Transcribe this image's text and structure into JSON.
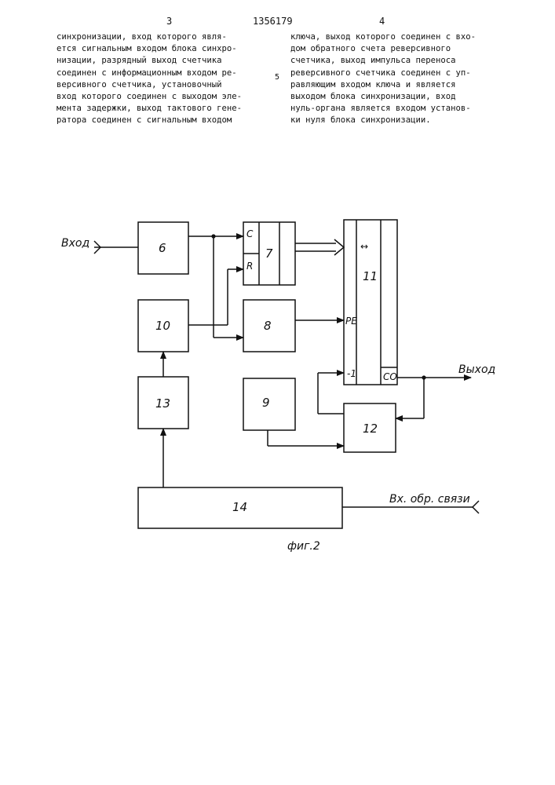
{
  "header": {
    "page_left": "3",
    "patent_number": "1356179",
    "page_right": "4"
  },
  "left_column": [
    "синхронизации, вход которого явля-",
    "ется сигнальным входом блока синхро-",
    "низации, разрядный выход счетчика",
    "соединен с информационным входом ре-",
    "версивного счетчика, установочный",
    "вход которого соединен с выходом эле-",
    "мента задержки, выход тактового гене-",
    "ратора соединен с сигнальным входом"
  ],
  "right_column": [
    "ключа, выход которого соединен с вхо-",
    "дом обратного счета реверсивного",
    "счетчика, выход импульса переноса",
    "реверсивного счетчика соединен с уп-",
    "равляющим входом ключа и является",
    "выходом блока синхронизации, вход",
    "нуль-органа является входом установ-",
    "ки нуля блока синхронизации."
  ],
  "margin_line_number": "5",
  "diagram": {
    "blocks": {
      "b6": "6",
      "b7": "7",
      "b8": "8",
      "b9": "9",
      "b10": "10",
      "b11": "11",
      "b12": "12",
      "b13": "13",
      "b14": "14"
    },
    "pins": {
      "c": "C",
      "r": "R",
      "pe": "PE",
      "minus1": "-1",
      "co": "CO",
      "arrow_bi": "↔"
    },
    "signals": {
      "input": "Вход",
      "output": "Выход",
      "feedback_input": "Вх. обр. связи"
    },
    "caption": "фиг.2"
  }
}
